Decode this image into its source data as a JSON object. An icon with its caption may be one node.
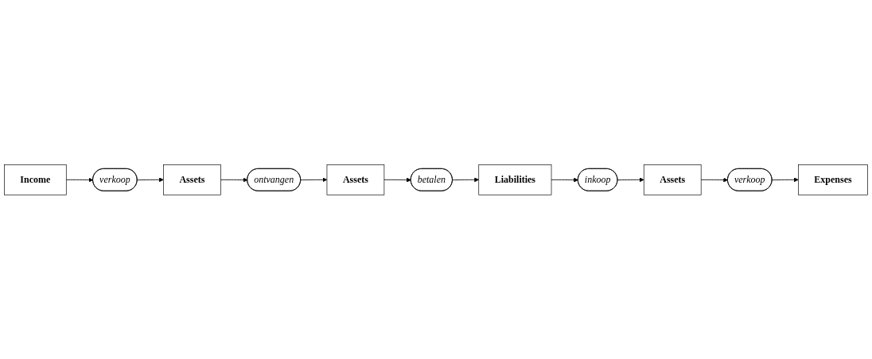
{
  "diagram": {
    "nodes": [
      {
        "text": [
          "verkoop"
        ]
      },
      {
        "text": [
          "Expenses"
        ]
      },
      {
        "text": [
          "inkoop"
        ]
      },
      {
        "text": [
          "Assets"
        ]
      },
      {
        "text": [
          "verkoop"
        ]
      },
      {
        "text": [
          "Income"
        ]
      },
      {
        "text": [
          "Liabilities"
        ]
      },
      {
        "text": [
          "Assets"
        ]
      },
      {
        "text": [
          "betalen"
        ]
      },
      {
        "text": [
          "Assets"
        ]
      },
      {
        "text": [
          "ontvangen"
        ]
      }
    ],
    "edges": [
      {
        "from": 2,
        "to": 3,
        "arrow": "to"
      },
      {
        "from": 3,
        "to": 0,
        "arrow": "to"
      },
      {
        "from": 0,
        "to": 1,
        "arrow": "to"
      },
      {
        "from": 5,
        "to": 4,
        "arrow": "to"
      },
      {
        "from": 4,
        "to": 7,
        "arrow": "to"
      },
      {
        "from": 7,
        "to": 10,
        "arrow": "to"
      },
      {
        "from": 10,
        "to": 9,
        "arrow": "to"
      },
      {
        "from": 9,
        "to": 8,
        "arrow": "to"
      },
      {
        "from": 8,
        "to": 6,
        "arrow": "to"
      },
      {
        "from": 6,
        "to": 2,
        "arrow": "to"
      }
    ]
  }
}
